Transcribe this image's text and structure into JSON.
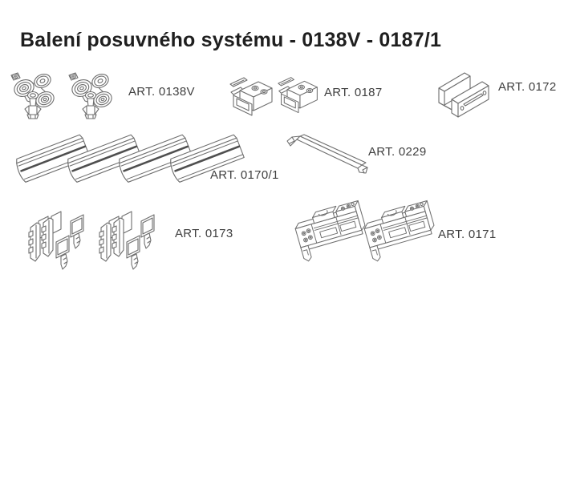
{
  "page": {
    "title": "Balení posuvného systému - 0138V - 0187/1"
  },
  "colors": {
    "background": "#ffffff",
    "line": "#6e6e6e",
    "line_dark": "#4f4f4f",
    "label_text": "#3f3f3f",
    "title_text": "#1f1f1f"
  },
  "parts": [
    {
      "label": "ART. 0138V",
      "name": "roller-trolley",
      "shown_quantity": 2
    },
    {
      "label": "ART. 0187",
      "name": "mounting-clip",
      "shown_quantity": 2
    },
    {
      "label": "ART. 0172",
      "name": "u-bracket",
      "shown_quantity": 1
    },
    {
      "label": "ART. 0229",
      "name": "spanner-bar",
      "shown_quantity": 1
    },
    {
      "label": "ART. 0170/1",
      "name": "rail-profile",
      "shown_quantity": 4
    },
    {
      "label": "ART. 0173",
      "name": "guide-part-set",
      "shown_quantity": 2
    },
    {
      "label": "ART. 0171",
      "name": "bracket-assembly",
      "shown_quantity": 2
    }
  ]
}
